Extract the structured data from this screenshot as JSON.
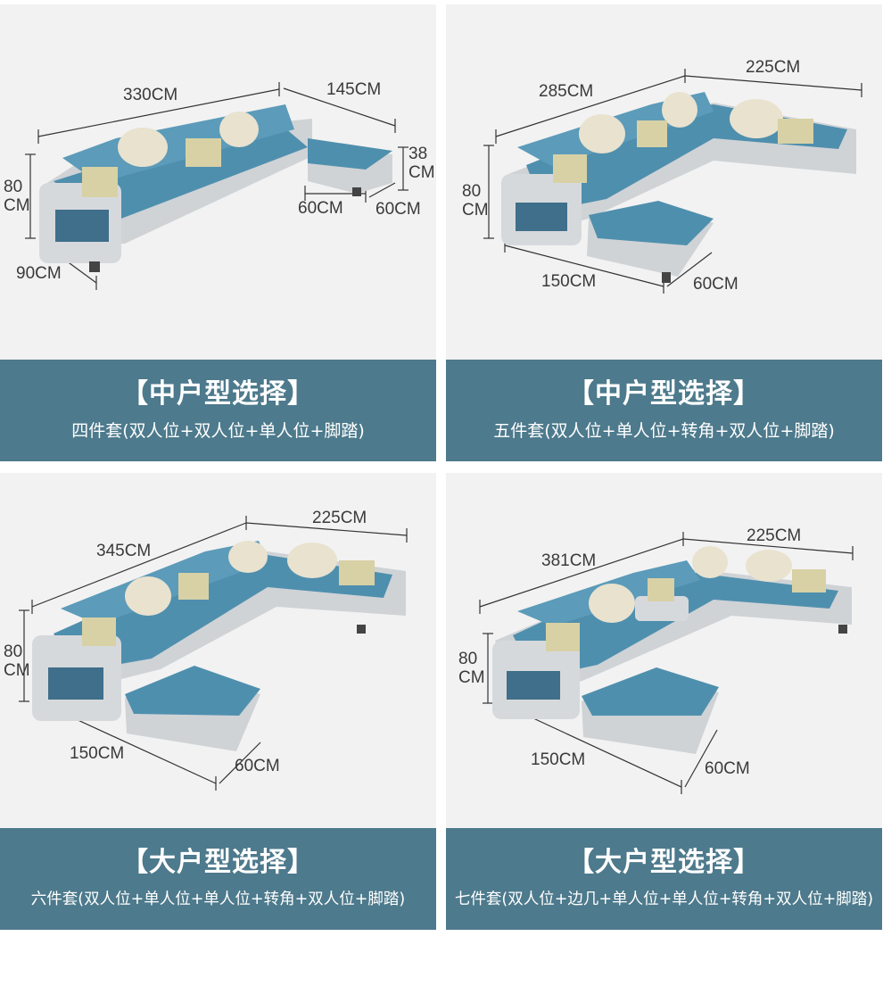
{
  "colors": {
    "panel_background": "#f2f2f2",
    "banner": "#4d7a8c",
    "sofa_fabric": "#4f8fae",
    "sofa_frame": "#cfd3d6",
    "text_dark": "#3a3a3a",
    "banner_text": "#ffffff"
  },
  "panels": [
    {
      "dims": {
        "top_left": "330CM",
        "top_right": "145CM",
        "height": "80 CM",
        "depth": "90CM",
        "ottoman_height": "38 CM",
        "ottoman_w1": "60CM",
        "ottoman_w2": "60CM"
      },
      "title": "【中户型选择】",
      "description": "四件套(双人位+双人位+单人位+脚踏)"
    },
    {
      "dims": {
        "top_left": "285CM",
        "top_right": "225CM",
        "height": "80 CM",
        "chaise_length": "150CM",
        "chaise_width": "60CM"
      },
      "title": "【中户型选择】",
      "description": "五件套(双人位+单人位+转角+双人位+脚踏)"
    },
    {
      "dims": {
        "top_left": "345CM",
        "top_right": "225CM",
        "height": "80 CM",
        "chaise_length": "150CM",
        "chaise_width": "60CM"
      },
      "title": "【大户型选择】",
      "description": "六件套(双人位+单人位+单人位+转角+双人位+脚踏)"
    },
    {
      "dims": {
        "top_left": "381CM",
        "top_right": "225CM",
        "height": "80 CM",
        "chaise_length": "150CM",
        "chaise_width": "60CM"
      },
      "title": "【大户型选择】",
      "description": "七件套(双人位+边几+单人位+单人位+转角+双人位+脚踏)"
    }
  ]
}
